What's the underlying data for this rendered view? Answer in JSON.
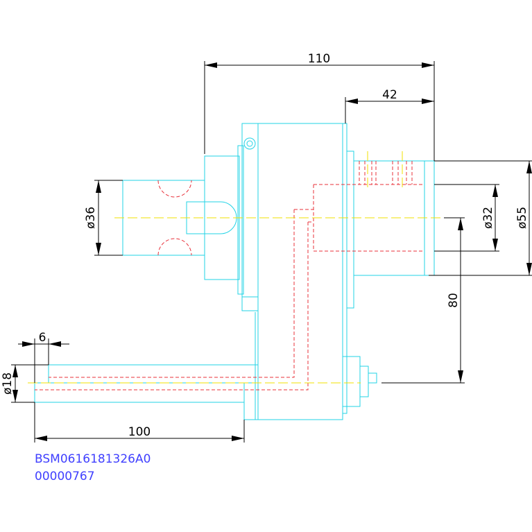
{
  "dimensions": {
    "len_110": "110",
    "len_42": "42",
    "dia_36": "ø36",
    "dia_32": "ø32",
    "dia_55": "ø55",
    "len_80": "80",
    "len_6": "6",
    "dia_18": "ø18",
    "len_100": "100"
  },
  "part_code": {
    "line1": "BSM0616181326A0",
    "line2": "00000767"
  },
  "colors": {
    "part_outline": "#22d3e6",
    "hidden_lines": "#e8303a",
    "center_lines": "#f2e000",
    "dimension_lines": "#000000",
    "code_text": "#4040ff"
  }
}
